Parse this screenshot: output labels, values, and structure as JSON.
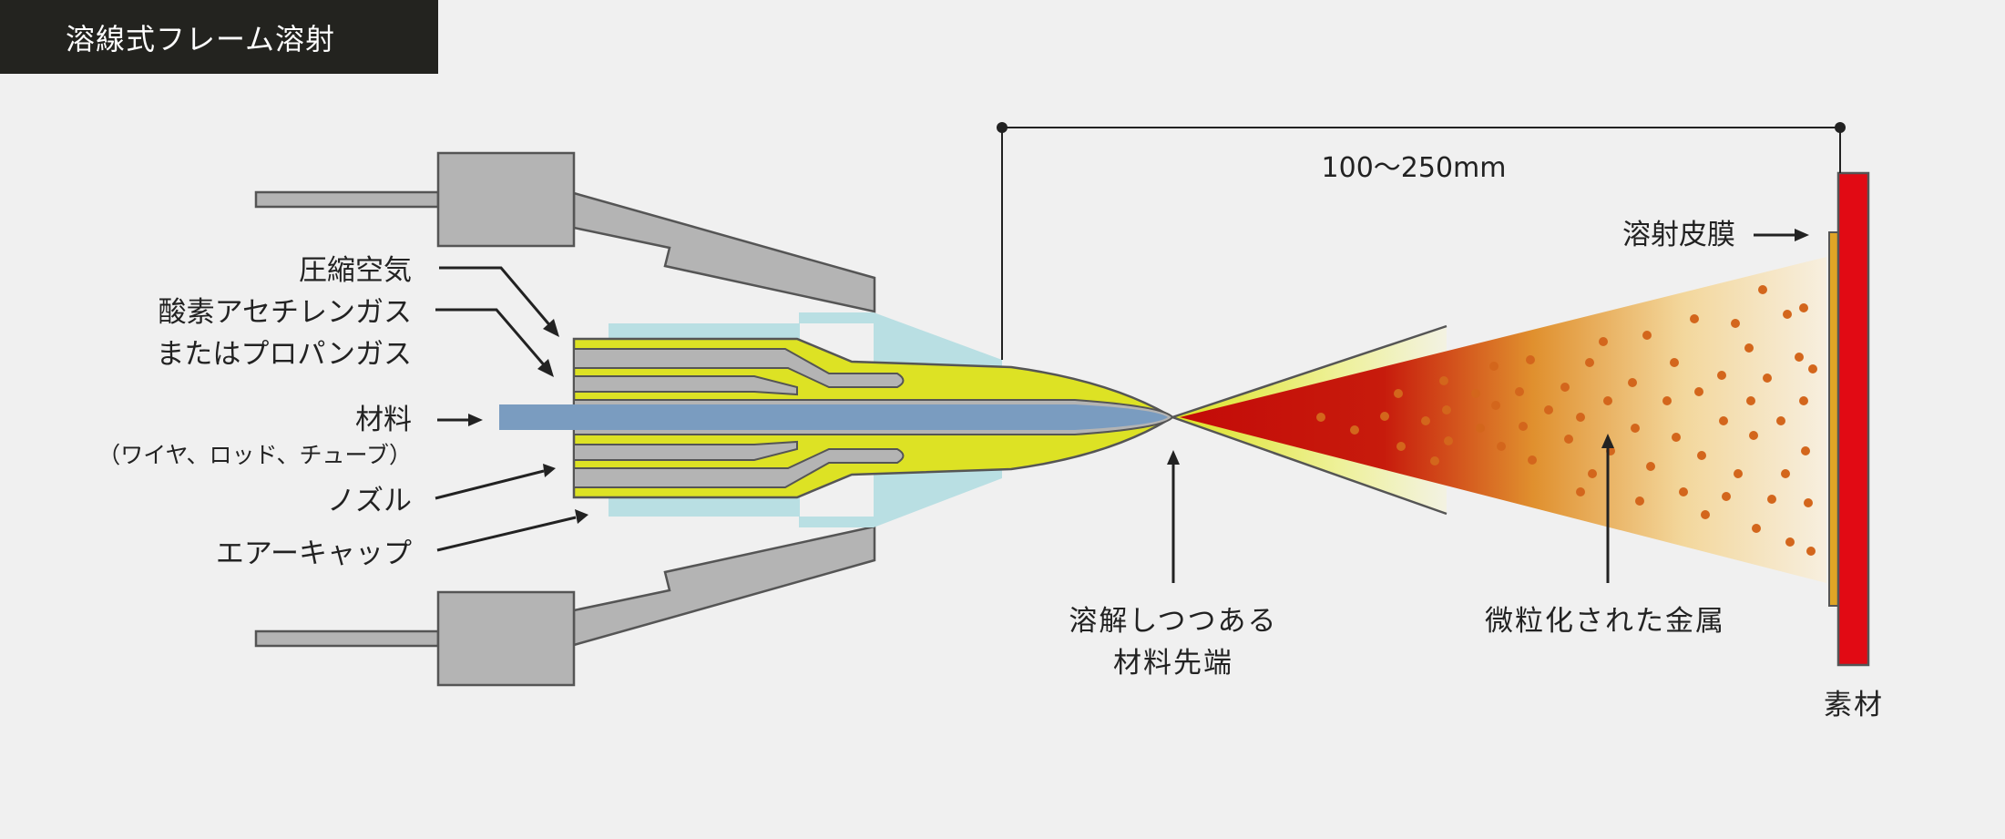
{
  "title": "溶線式フレーム溶射",
  "dimension": "100〜250mm",
  "labels": {
    "compressed_air": "圧縮空気",
    "oxy_acetylene": "酸素アセチレンガス",
    "or_propane": "またはプロパンガス",
    "material": "材料",
    "material_note": "（ワイヤ、ロッド、チューブ）",
    "nozzle": "ノズル",
    "air_cap": "エアーキャップ",
    "melting_tip_1": "溶解しつつある",
    "melting_tip_2": "材料先端",
    "atomized_metal": "微粒化された金属",
    "coating": "溶射皮膜",
    "substrate": "素材"
  },
  "colors": {
    "title_bg": "#23231f",
    "housing": "#b4b4b4",
    "outline": "#555555",
    "nozzle_yellow": "#dde224",
    "air_cap_blue": "#b9dfe3",
    "wire_blue": "#7a9cc0",
    "flame_red": "#c40a08",
    "flame_fade": "#f7e7b8",
    "particle": "#d3661c",
    "substrate_red": "#e10a14",
    "coating_gold": "#e0a526"
  }
}
